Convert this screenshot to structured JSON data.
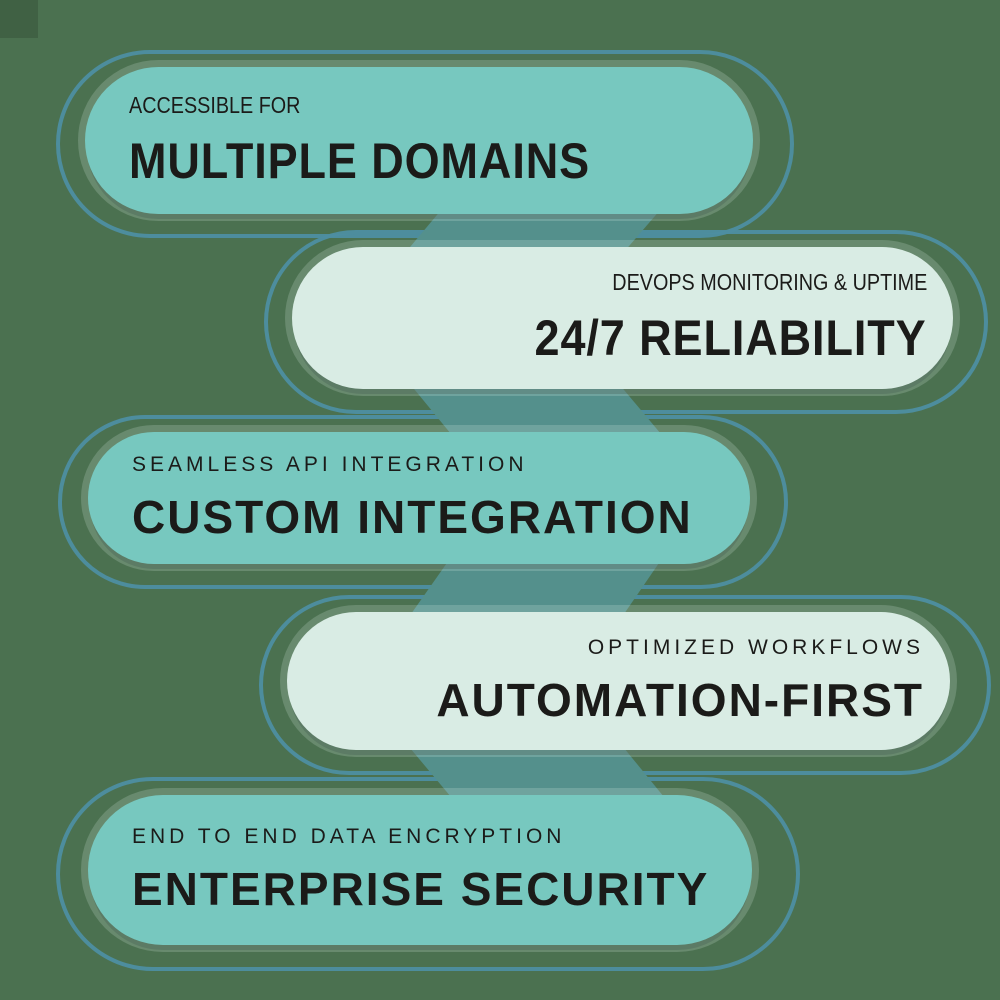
{
  "palette": {
    "background": "#4b7150",
    "capsule_teal": "#77c8bf",
    "capsule_mint": "#d9ece4",
    "ribbon": "#54908c",
    "outline": "#4d8ea1",
    "text_dark": "#1b1b19"
  },
  "capsules": [
    {
      "label": "ACCESSIBLE FOR",
      "title": "MULTIPLE DOMAINS",
      "align": "left",
      "variant": "teal"
    },
    {
      "label": "DEVOPS MONITORING & UPTIME",
      "title": "24/7 RELIABILITY",
      "align": "right",
      "variant": "mint"
    },
    {
      "label": "SEAMLESS API INTEGRATION",
      "title": "CUSTOM INTEGRATION",
      "align": "left",
      "variant": "teal"
    },
    {
      "label": "OPTIMIZED WORKFLOWS",
      "title": "AUTOMATION-FIRST",
      "align": "right",
      "variant": "mint"
    },
    {
      "label": "END TO END DATA ENCRYPTION",
      "title": "ENTERPRISE SECURITY",
      "align": "left",
      "variant": "teal"
    }
  ]
}
